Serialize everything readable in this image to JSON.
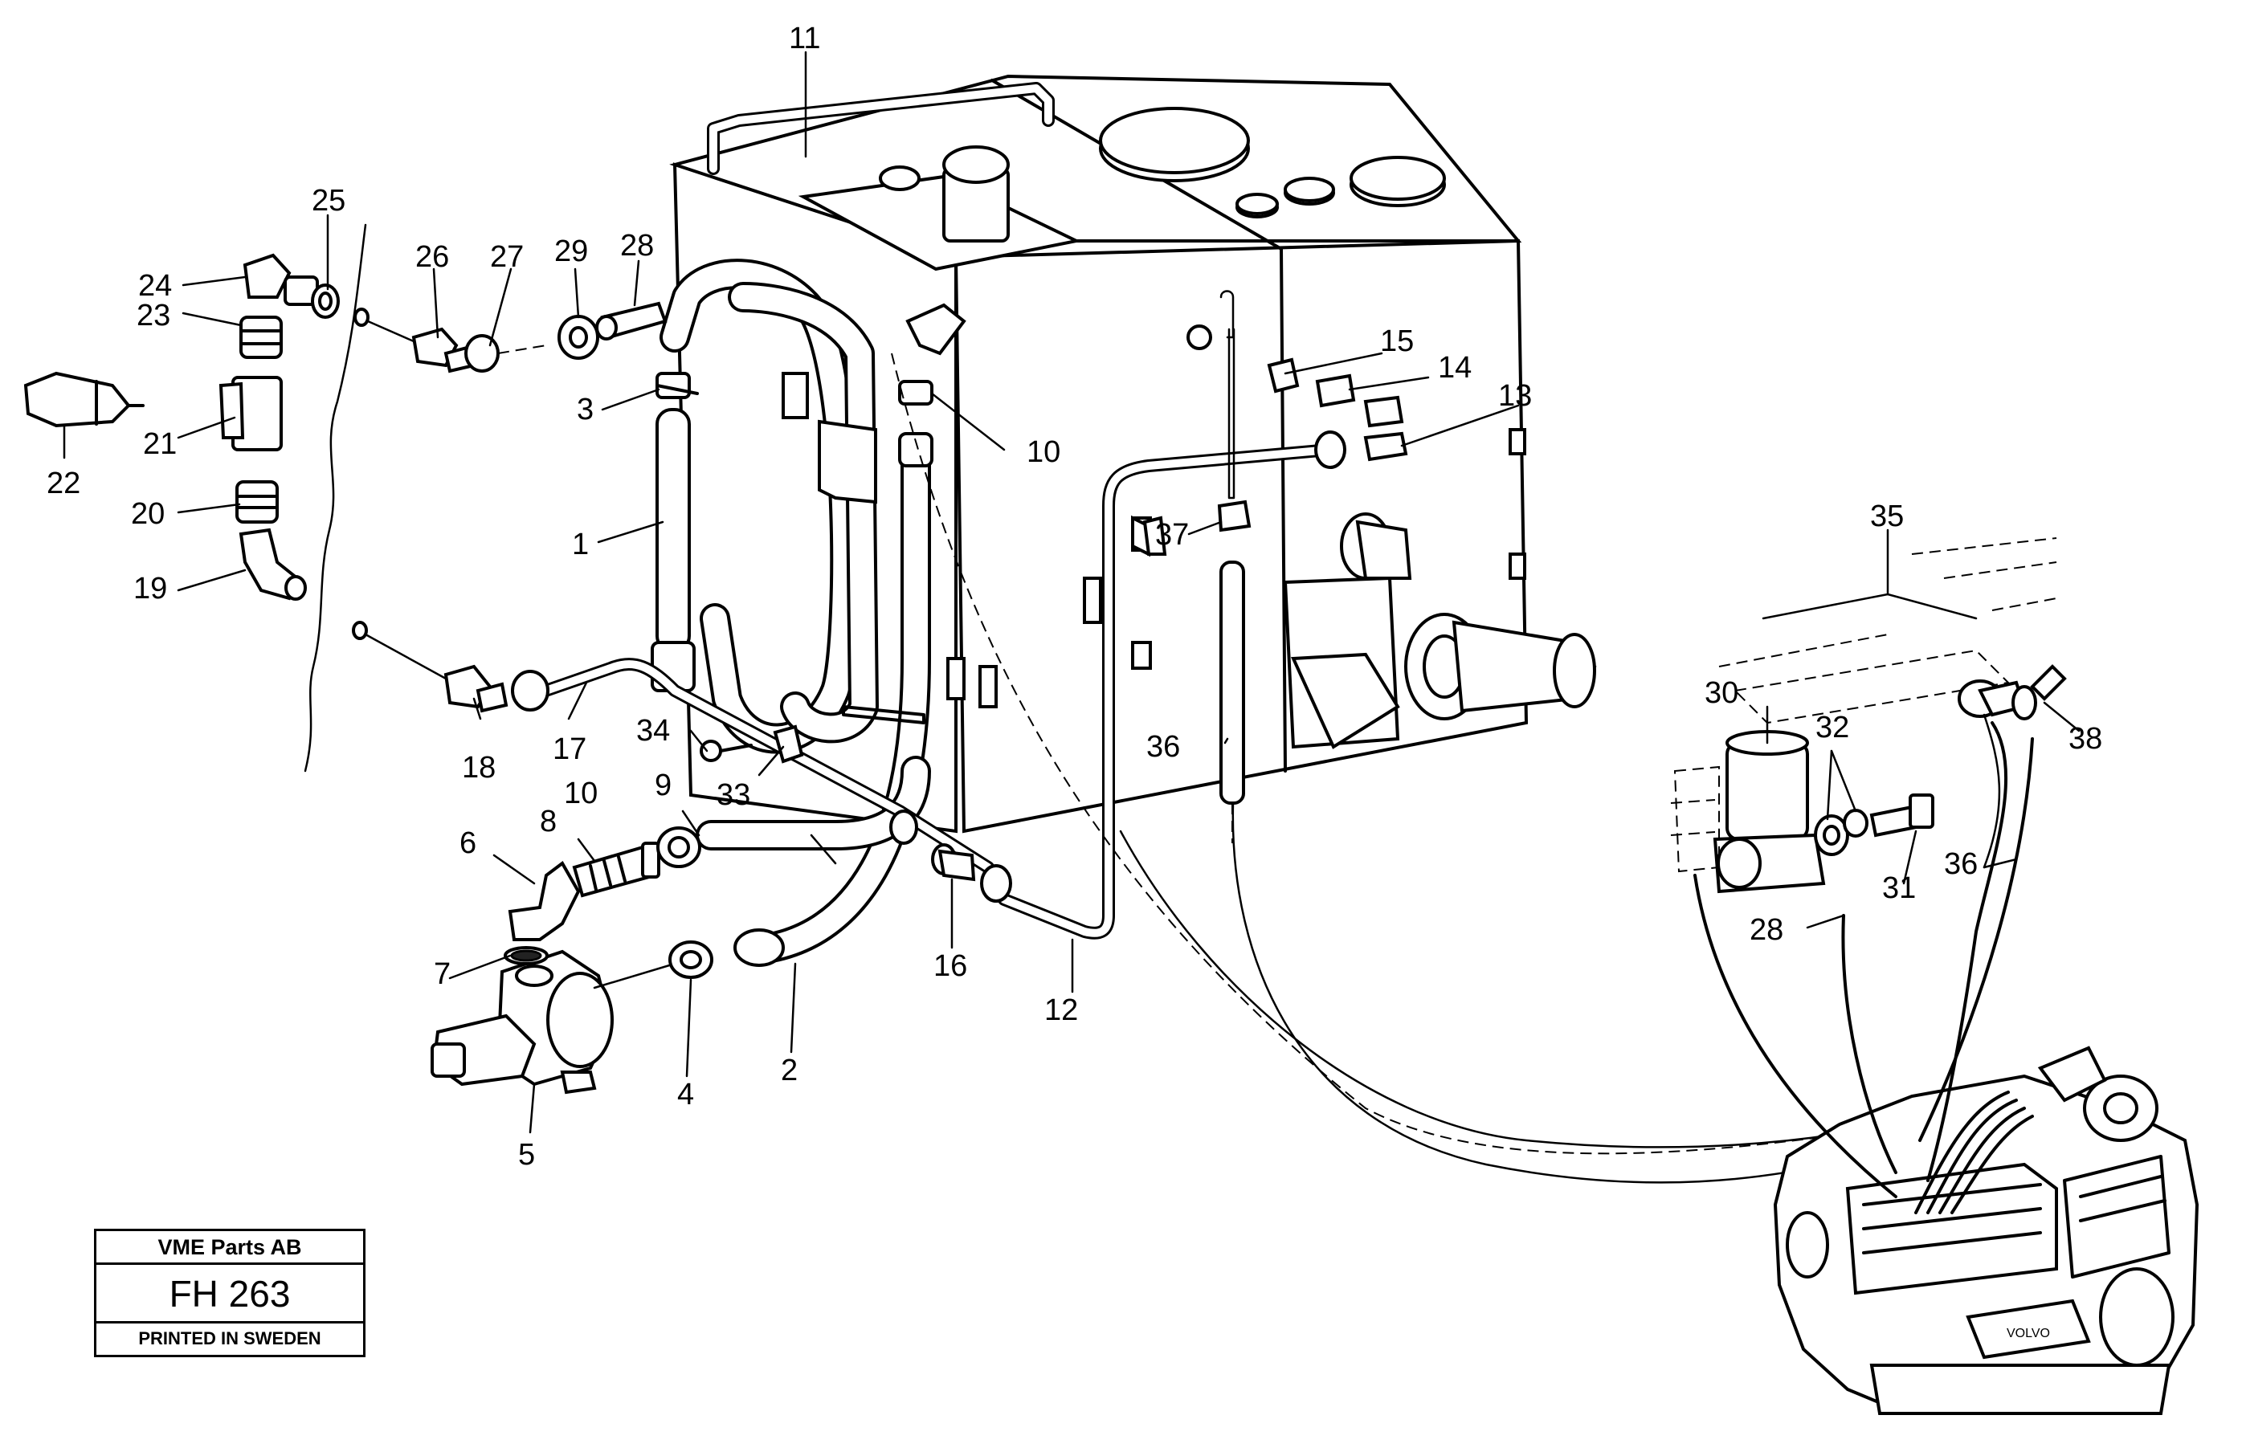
{
  "callouts": {
    "c1": "1",
    "c2": "2",
    "c3": "3",
    "c4": "4",
    "c5": "5",
    "c6": "6",
    "c7": "7",
    "c8": "8",
    "c9": "9",
    "c10a": "10",
    "c10b": "10",
    "c11": "11",
    "c12": "12",
    "c13": "13",
    "c14": "14",
    "c15": "15",
    "c16": "16",
    "c17": "17",
    "c18": "18",
    "c19": "19",
    "c20": "20",
    "c21": "21",
    "c22": "22",
    "c23": "23",
    "c24": "24",
    "c25": "25",
    "c26": "26",
    "c27": "27",
    "c28a": "28",
    "c28b": "28",
    "c29": "29",
    "c30": "30",
    "c31": "31",
    "c32": "32",
    "c33": "33",
    "c34": "34",
    "c35": "35",
    "c36a": "36",
    "c36b": "36",
    "c37": "37",
    "c38": "38"
  },
  "stamp": {
    "company": "VME Parts AB",
    "code": "FH 263",
    "printed": "PRINTED IN SWEDEN"
  },
  "engine_badge": "VOLVO"
}
